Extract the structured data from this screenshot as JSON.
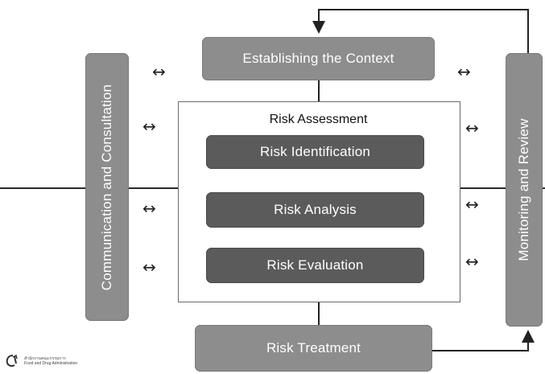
{
  "diagram": {
    "boxes": {
      "context": "Establishing the Context",
      "assessment_title": "Risk Assessment",
      "identification": "Risk Identification",
      "analysis": "Risk Analysis",
      "evaluation": "Risk Evaluation",
      "treatment": "Risk Treatment",
      "communication": "Communication and Consultation",
      "monitoring": "Monitoring and Review"
    },
    "arrows": {
      "double": "↔"
    }
  },
  "logo": {
    "line1": "สำนักงานคณะกรรมการ",
    "line2": "Food and Drug Administration"
  },
  "colors": {
    "light_box": "#8d8d8d",
    "dark_box": "#5b5b5b",
    "line": "#222222"
  }
}
